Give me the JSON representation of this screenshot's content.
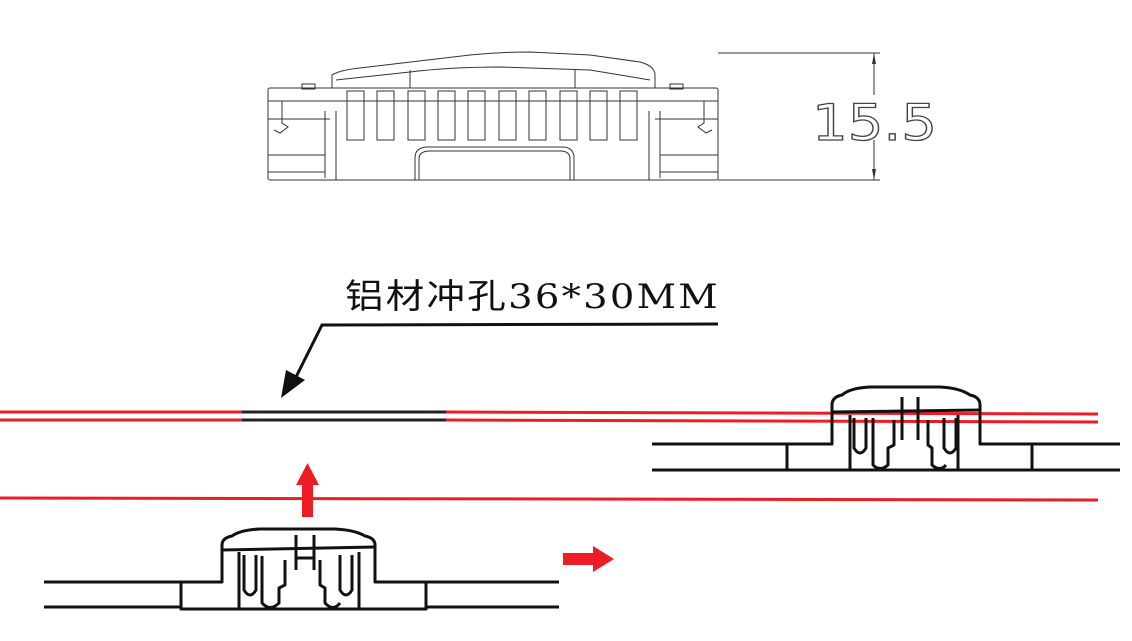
{
  "diagram": {
    "top_view": {
      "name": "device-side-elevation",
      "dimension_height": "15.5"
    },
    "annotation": {
      "label": "铝材冲孔36*30MM"
    },
    "colors": {
      "line": "#111111",
      "accent_red": "#ee1c25"
    },
    "steps": [
      {
        "name": "installed-view",
        "description": "Device clipped into aluminum profile"
      },
      {
        "name": "removal-view",
        "description": "Device pulled out: up arrow then right arrow"
      }
    ],
    "arrows": [
      {
        "name": "up-arrow",
        "direction": "up"
      },
      {
        "name": "right-arrow",
        "direction": "right"
      }
    ]
  }
}
